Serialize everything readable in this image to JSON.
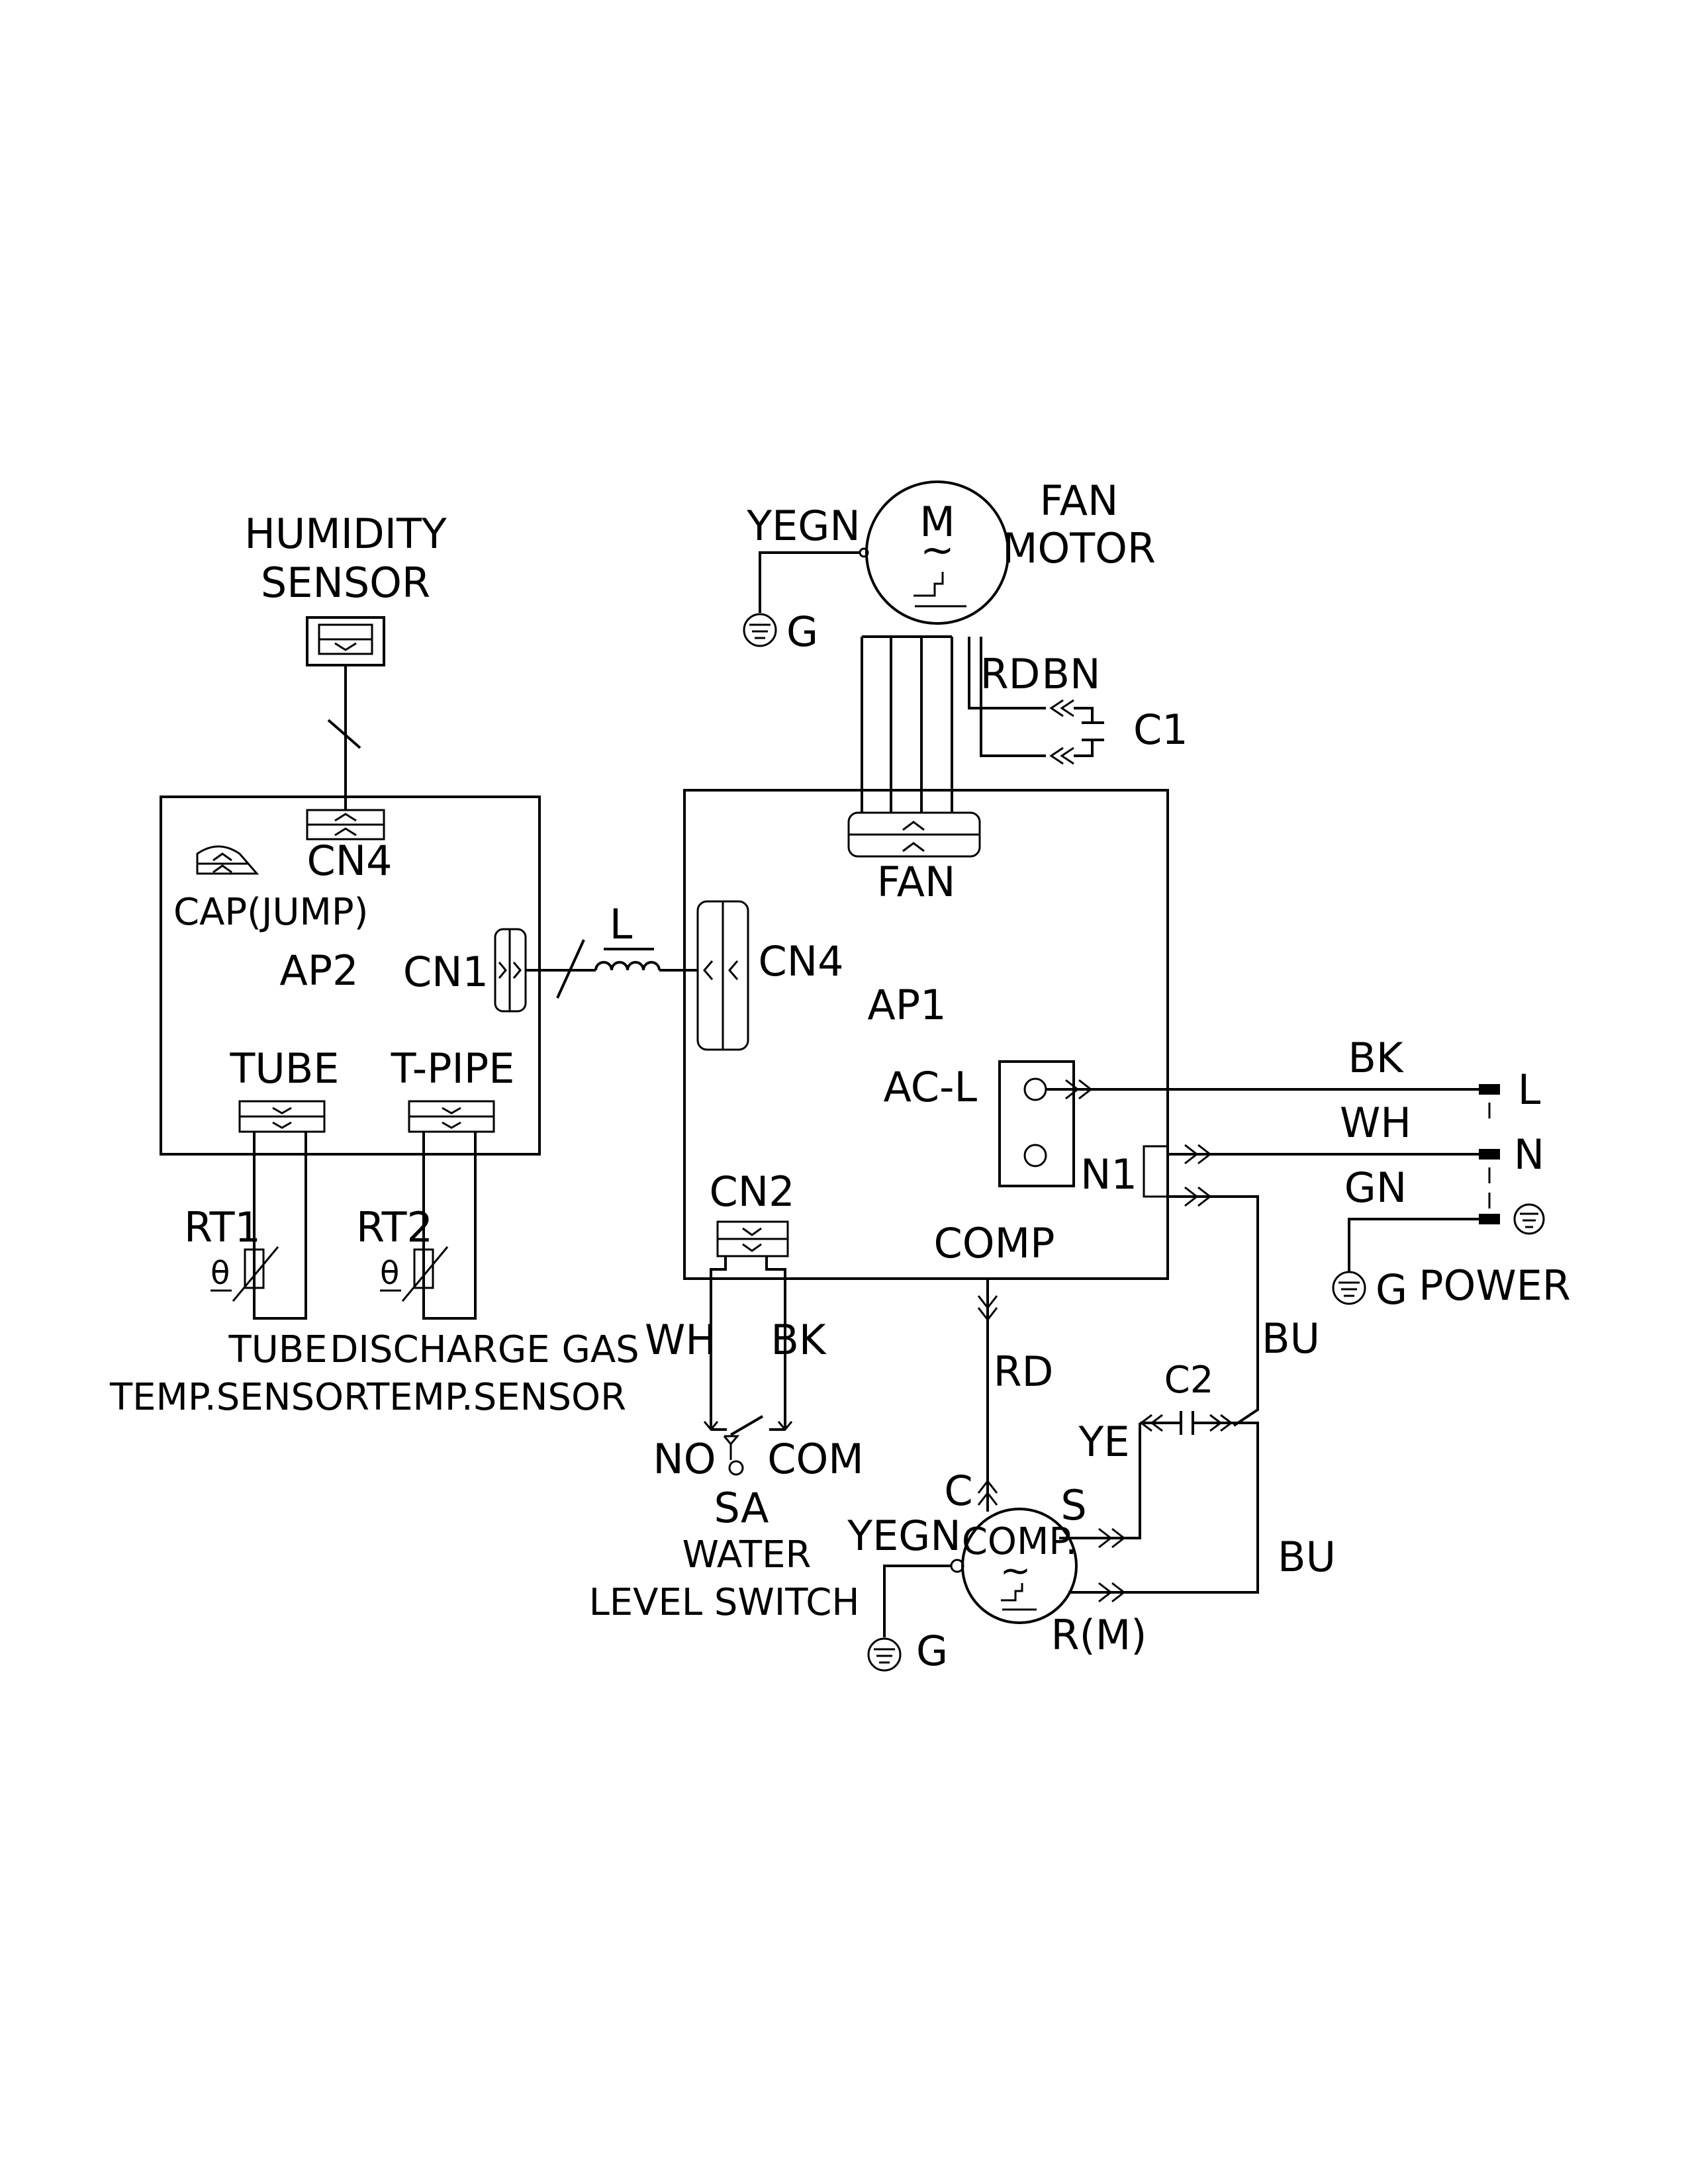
{
  "labels": {
    "humidity_sensor_1": "HUMIDITY",
    "humidity_sensor_2": "SENSOR",
    "ap2": "AP2",
    "ap2_cn4": "CN4",
    "cap_jump": "CAP(JUMP)",
    "ap2_cn1": "CN1",
    "tube_connector": "TUBE",
    "tpipe_connector": "T-PIPE",
    "rt1": "RT1",
    "rt2": "RT2",
    "theta1": "θ",
    "theta2": "θ",
    "tube_sensor_1": "TUBE",
    "tube_sensor_2": "TEMP.SENSOR",
    "discharge_sensor_1": "DISCHARGE GAS",
    "discharge_sensor_2": "TEMP.SENSOR",
    "inductor": "L",
    "ap1": "AP1",
    "ap1_cn4": "CN4",
    "fan": "FAN",
    "fan_motor_1": "FAN",
    "fan_motor_2": "MOTOR",
    "motor_m": "M",
    "motor_tilde": "~",
    "yegn_fan": "YEGN",
    "g_fan": "G",
    "rd_fan": "RD",
    "bn_fan": "BN",
    "c1": "C1",
    "acl": "AC-L",
    "n1": "N1",
    "bk_power": "BK",
    "wh_power": "WH",
    "gn_power": "GN",
    "l_term": "L",
    "n_term": "N",
    "g_power": "G",
    "power": "POWER",
    "cn2": "CN2",
    "comp_conn": "COMP",
    "wh_switch": "WH",
    "bk_switch": "BK",
    "no": "NO",
    "com": "COM",
    "sa": "SA",
    "water_1": "WATER",
    "water_2": "LEVEL SWITCH",
    "rd_comp": "RD",
    "bu_top": "BU",
    "c2": "C2",
    "ye": "YE",
    "c_term": "C",
    "s_term": "S",
    "yegn_comp": "YEGN",
    "comp_label": "COMP.",
    "comp_tilde": "~",
    "bu_bottom": "BU",
    "r_m": "R(M)",
    "g_comp": "G"
  }
}
